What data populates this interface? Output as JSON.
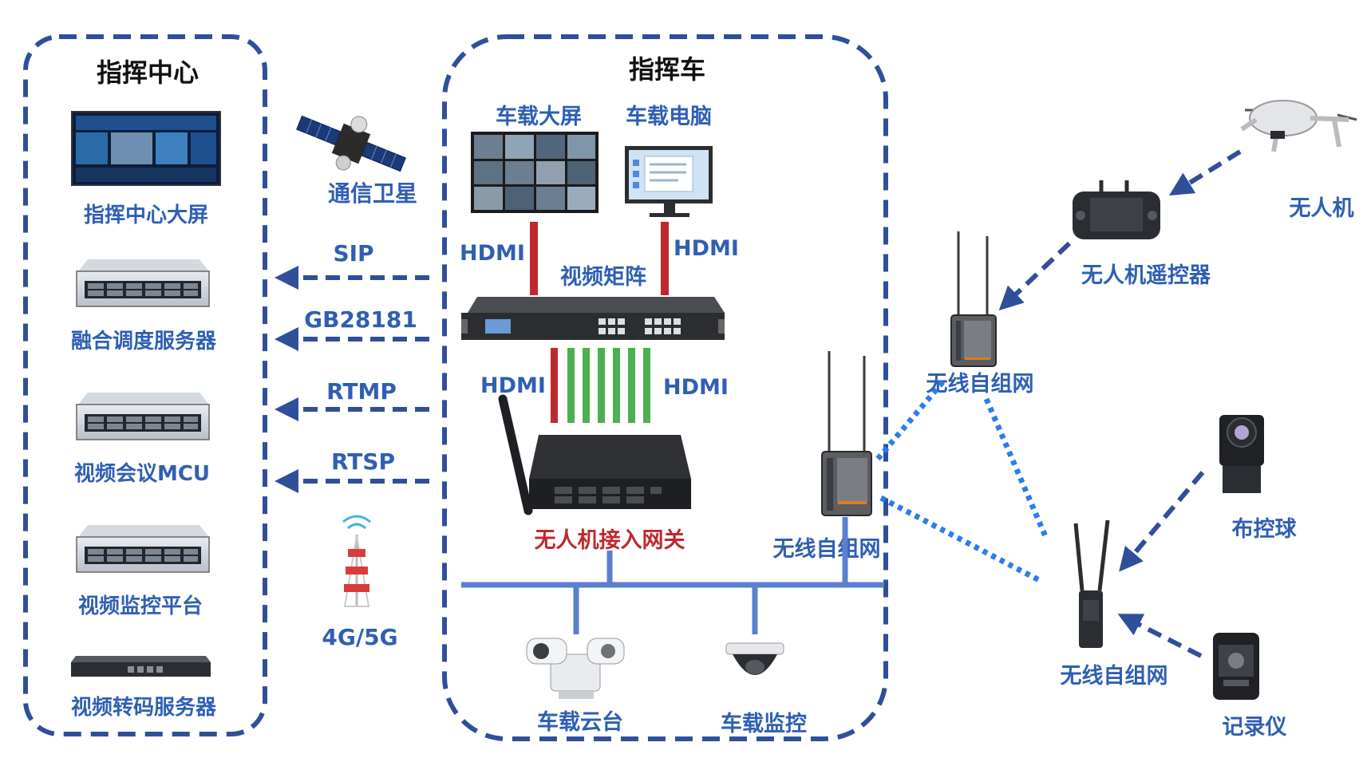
{
  "command_center": {
    "title": "指挥中心",
    "items": [
      "指挥中心大屏",
      "融合调度服务器",
      "视频会议MCU",
      "视频监控平台",
      "视频转码服务器"
    ]
  },
  "links": {
    "satellite": "通信卫星",
    "cellular": "4G/5G",
    "protocols": [
      "SIP",
      "GB28181",
      "RTMP",
      "RTSP"
    ]
  },
  "command_vehicle": {
    "title": "指挥车",
    "big_screen": "车载大屏",
    "computer": "车载电脑",
    "hdmi": "HDMI",
    "matrix": "视频矩阵",
    "gateway": "无人机接入网关",
    "mesh": "无线自组网",
    "ptz": "车载云台",
    "camera": "车载监控"
  },
  "field": {
    "drone": "无人机",
    "controller": "无人机遥控器",
    "mesh_top": "无线自组网",
    "mesh_bottom": "无线自组网",
    "dome": "布控球",
    "recorder": "记录仪"
  },
  "colors": {
    "border": "#2f4f9a",
    "label": "#2f5fb3",
    "red": "#c0282d",
    "green": "#4caf50",
    "bus": "#5b7fcf"
  }
}
